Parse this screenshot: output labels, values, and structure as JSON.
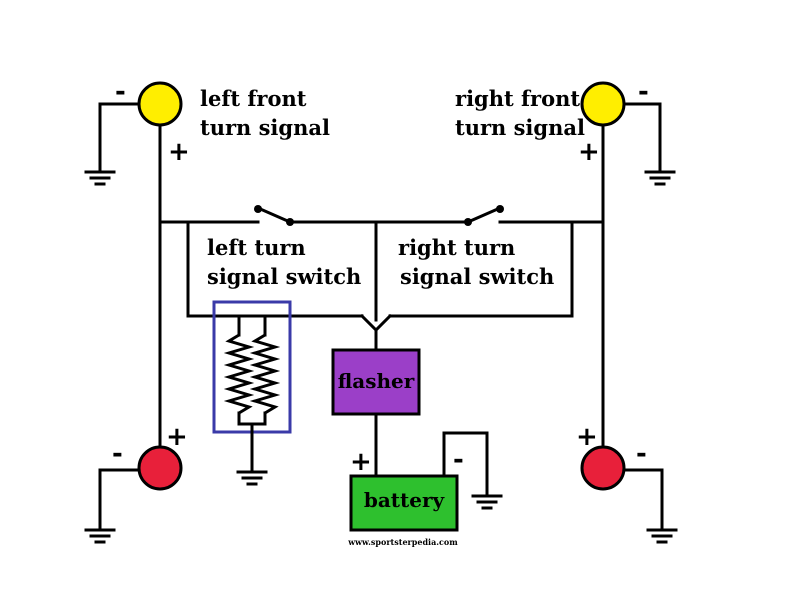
{
  "labels": {
    "left_front_line1": "left front",
    "left_front_line2": "turn signal",
    "right_front_line1": "right front",
    "right_front_line2": "turn signal",
    "left_switch_line1": "left turn",
    "left_switch_line2": "signal switch",
    "right_switch_line1": "right turn",
    "right_switch_line2": "signal switch",
    "flasher": "flasher",
    "battery": "battery",
    "credit": "www.sportsterpedia.com"
  },
  "signs": {
    "plus": "+",
    "minus": "-"
  },
  "colors": {
    "front_lamp": "#ffee00",
    "rear_lamp": "#e8203a",
    "flasher": "#9b3fc8",
    "battery": "#2ec02e",
    "heater_outline": "#3a3aa8",
    "wire": "#000000"
  }
}
